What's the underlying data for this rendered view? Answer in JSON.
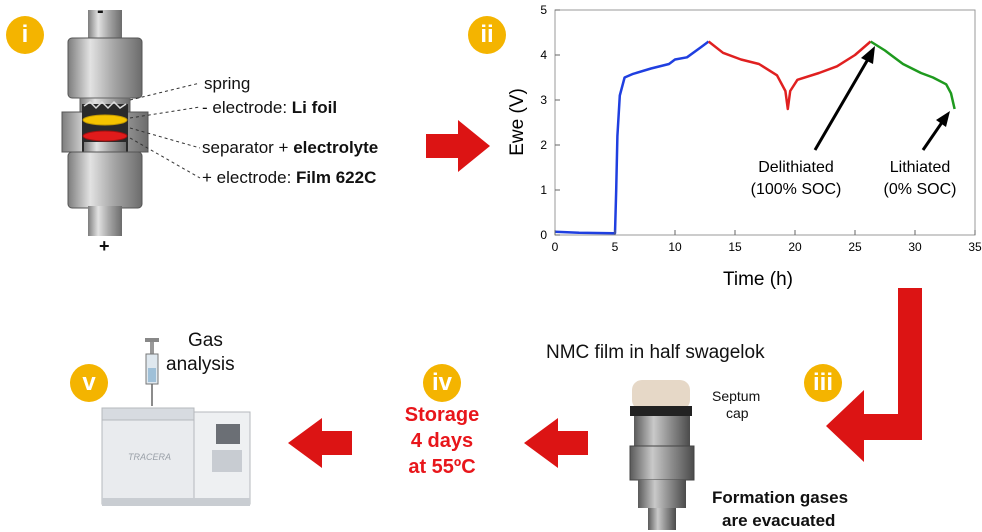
{
  "badges": {
    "i": "i",
    "ii": "ii",
    "iii": "iii",
    "iv": "iv",
    "v": "v"
  },
  "cell": {
    "minus": "-",
    "plus": "+",
    "spring": "spring",
    "neg_prefix": "- electrode: ",
    "neg_bold": "Li foil",
    "sep_prefix": "separator + ",
    "sep_bold": "electrolyte",
    "pos_prefix": "+ electrode:  ",
    "pos_bold": "Film 622C",
    "colors": {
      "metal": "#b9b9b9",
      "li_foil": "#f5c400",
      "cathode": "#e01b1b"
    }
  },
  "chart_data": {
    "type": "line",
    "xlabel": "Time (h)",
    "ylabel": "Ewe (V)",
    "xlim": [
      0,
      35
    ],
    "ylim": [
      0,
      5
    ],
    "xticks": [
      "0",
      "5",
      "10",
      "15",
      "20",
      "25",
      "30",
      "35"
    ],
    "yticks": [
      "0",
      "1",
      "2",
      "3",
      "4",
      "5"
    ],
    "series": [
      {
        "color": "#1f3fe0",
        "points": [
          [
            0,
            0.07
          ],
          [
            2,
            0.05
          ],
          [
            4.9,
            0.04
          ],
          [
            5,
            0.04
          ],
          [
            5.1,
            1.0
          ],
          [
            5.2,
            2.2
          ],
          [
            5.4,
            3.1
          ],
          [
            5.8,
            3.5
          ],
          [
            6.5,
            3.58
          ],
          [
            8,
            3.7
          ],
          [
            9.5,
            3.8
          ],
          [
            10,
            3.9
          ],
          [
            11,
            3.95
          ],
          [
            12.2,
            4.18
          ],
          [
            12.8,
            4.3
          ]
        ]
      },
      {
        "color": "#e02020",
        "points": [
          [
            12.8,
            4.3
          ],
          [
            14,
            4.05
          ],
          [
            15.5,
            3.9
          ],
          [
            17,
            3.8
          ],
          [
            18.5,
            3.55
          ],
          [
            19.2,
            3.2
          ],
          [
            19.4,
            2.8
          ],
          [
            19.6,
            3.2
          ],
          [
            20.2,
            3.45
          ],
          [
            22,
            3.6
          ],
          [
            23.5,
            3.75
          ],
          [
            25,
            4.0
          ],
          [
            26.3,
            4.3
          ]
        ]
      },
      {
        "color": "#1e9a1e",
        "points": [
          [
            26.3,
            4.3
          ],
          [
            27.5,
            4.1
          ],
          [
            29,
            3.8
          ],
          [
            30.5,
            3.6
          ],
          [
            31.5,
            3.5
          ],
          [
            32.6,
            3.35
          ],
          [
            33,
            3.15
          ],
          [
            33.3,
            2.8
          ]
        ]
      }
    ],
    "annotations": [
      {
        "line1": "Delithiated",
        "line2": "(100% SOC)"
      },
      {
        "line1": "Lithiated",
        "line2": "(0% SOC)"
      }
    ]
  },
  "step3": {
    "title": "NMC film in half swagelok",
    "cap_line1": "Septum",
    "cap_line2": "cap",
    "caption_line1": "Formation gases",
    "caption_line2": "are evacuated"
  },
  "step4": {
    "line1": "Storage",
    "line2": "4 days",
    "line3": "at 55ºC",
    "color": "#e8161b"
  },
  "step5": {
    "line1": "Gas",
    "line2": "analysis",
    "instrument_brand": "TRACERA"
  },
  "arrow_color": "#dc1414"
}
